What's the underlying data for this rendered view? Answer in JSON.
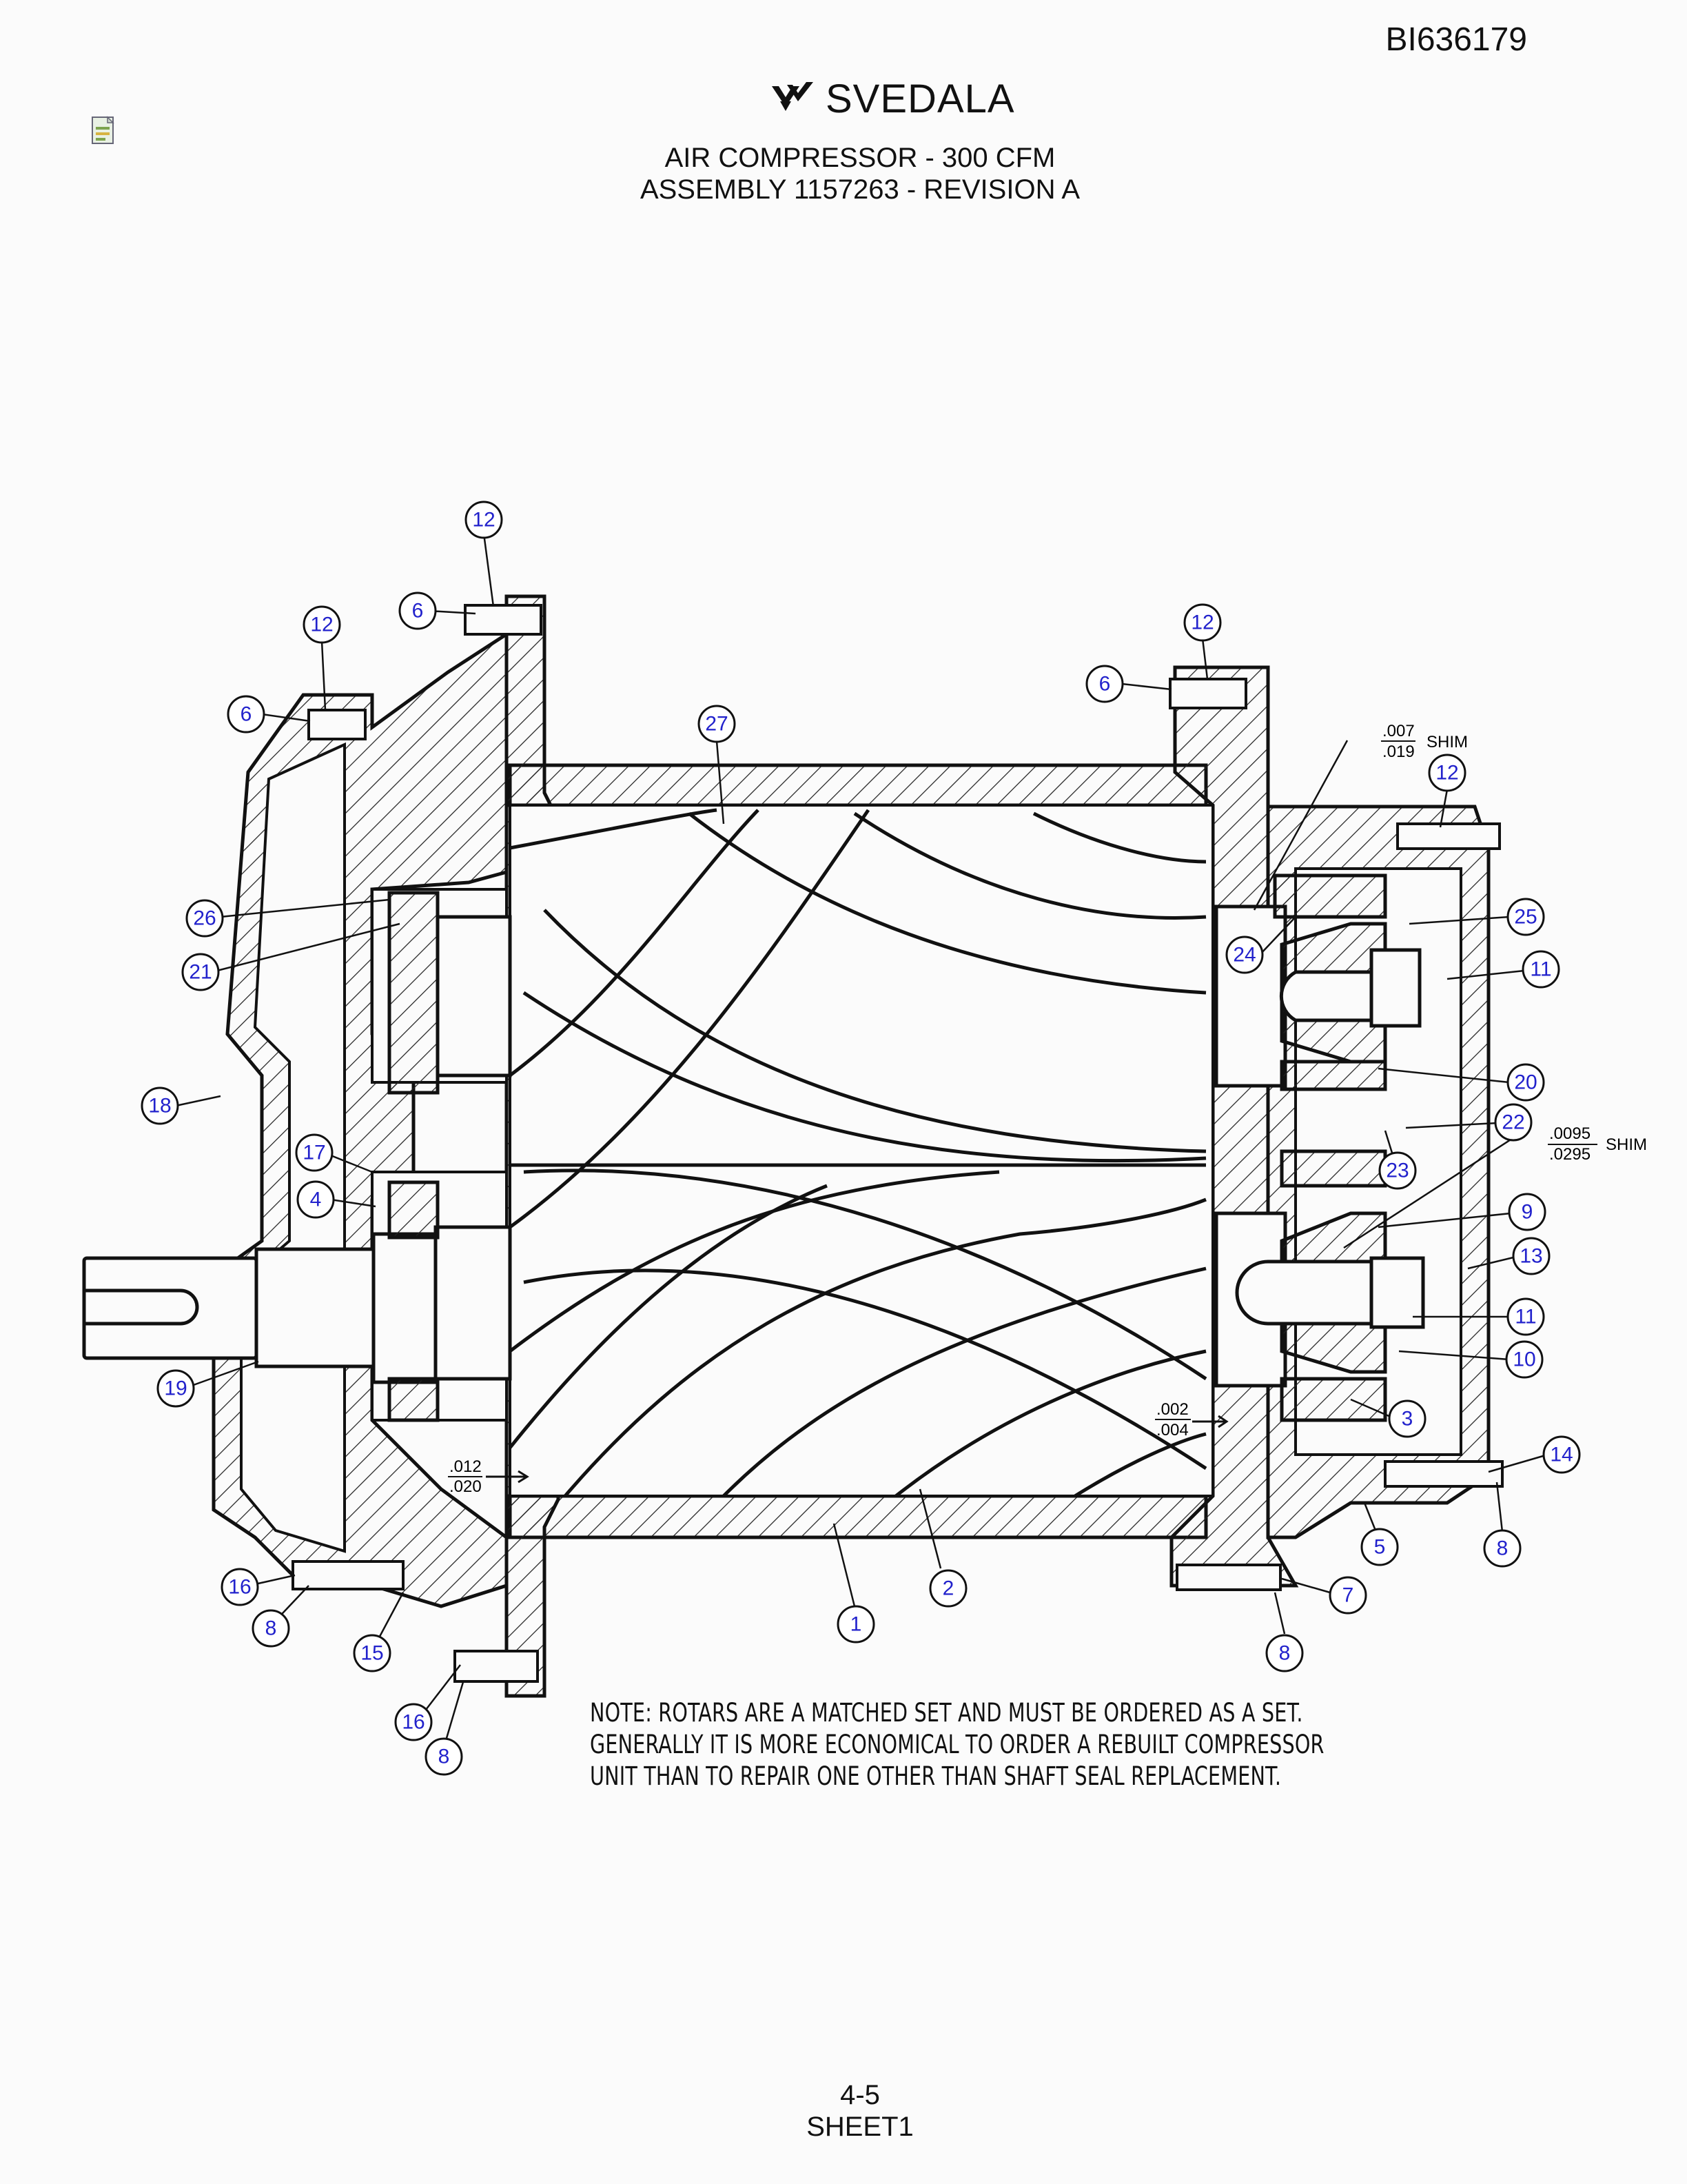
{
  "doc_number": "BI636179",
  "brand": {
    "name": "SVEDALA",
    "logo_icon": "svedala-chevron-logo"
  },
  "file_icon": "document-icon",
  "title": {
    "line1": "AIR COMPRESSOR - 300 CFM",
    "line2": "ASSEMBLY 1157263 - REVISION A"
  },
  "note": {
    "line1": "NOTE:  ROTARS ARE A MATCHED SET AND MUST BE ORDERED AS A SET.",
    "line2": "GENERALLY IT IS MORE ECONOMICAL TO ORDER A REBUILT COMPRESSOR",
    "line3": "UNIT THAN TO REPAIR ONE OTHER THAN SHAFT SEAL REPLACEMENT."
  },
  "footer": {
    "page": "4-5",
    "sheet": "SHEET1"
  },
  "dimensions": {
    "d1_top": ".007",
    "d1_bot": ".019",
    "d1_label": "SHIM",
    "d2_top": ".0095",
    "d2_bot": ".0295",
    "d2_label": "SHIM",
    "d3_top": ".012",
    "d3_bot": ".020",
    "d4_top": ".002",
    "d4_bot": ".004"
  },
  "callouts": [
    "12",
    "6",
    "12",
    "6",
    "27",
    "12",
    "6",
    "12",
    "26",
    "21",
    "24",
    "25",
    "11",
    "20",
    "18",
    "22",
    "23",
    "17",
    "4",
    "9",
    "13",
    "11",
    "10",
    "19",
    "3",
    "14",
    "5",
    "8",
    "2",
    "1",
    "16",
    "8",
    "15",
    "7",
    "8",
    "16",
    "8"
  ]
}
